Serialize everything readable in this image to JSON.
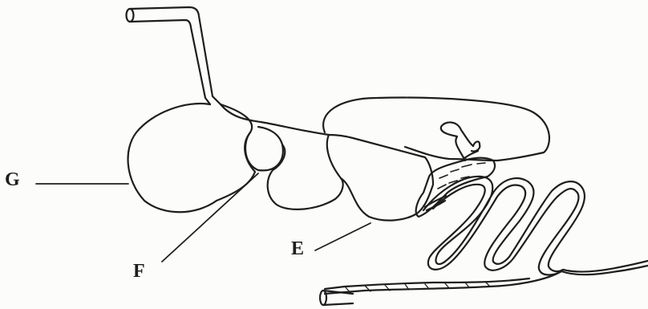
{
  "labels": {
    "g": "G",
    "f": "F",
    "e": "E"
  },
  "colors": {
    "stroke": "#1e1e1e",
    "background": "#fcfcfa"
  }
}
